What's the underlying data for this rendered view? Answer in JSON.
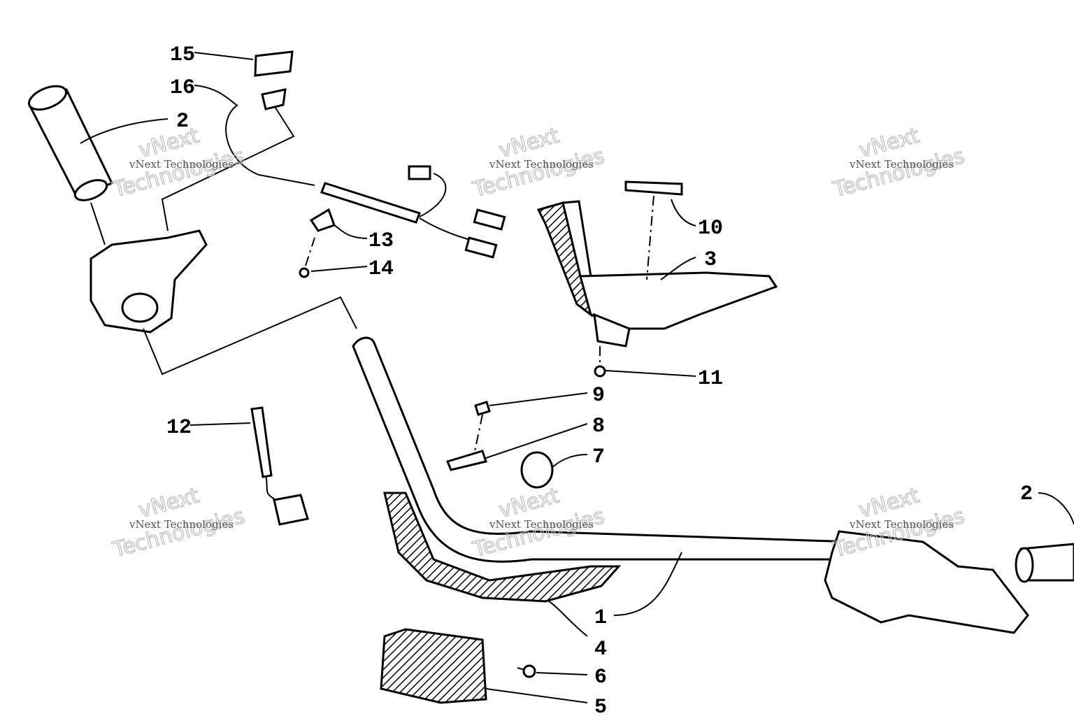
{
  "callouts": {
    "c15": "15",
    "c16": "16",
    "c2a": "2",
    "c13": "13",
    "c14": "14",
    "c10": "10",
    "c3": "3",
    "c11": "11",
    "c9": "9",
    "c8": "8",
    "c7": "7",
    "c12": "12",
    "c2b": "2",
    "c1": "1",
    "c4": "4",
    "c6": "6",
    "c5": "5"
  },
  "watermark": {
    "small": "vNext Technologies",
    "big_line1": "vNext",
    "big_line2": "Technologies"
  }
}
